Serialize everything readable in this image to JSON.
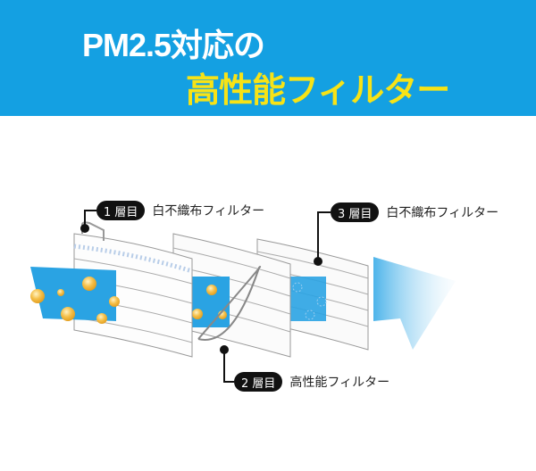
{
  "banner": {
    "title_line1": "PM2.5対応の",
    "title_line2": "高性能フィルター",
    "background_color": "#14a0e2",
    "title_line1_color": "#ffffff",
    "title_line2_color": "#f7e316"
  },
  "layers": [
    {
      "badge": "1 層目",
      "description": "白不織布フィルター"
    },
    {
      "badge": "2 層目",
      "description": "高性能フィルター"
    },
    {
      "badge": "3 層目",
      "description": "白不織布フィルター"
    }
  ],
  "illustration": {
    "subject": "3-layer mask filter diagram",
    "particle_color": "#f3b12e",
    "filter_color": "#2aa3e3",
    "arrow": "airflow-arrow"
  }
}
